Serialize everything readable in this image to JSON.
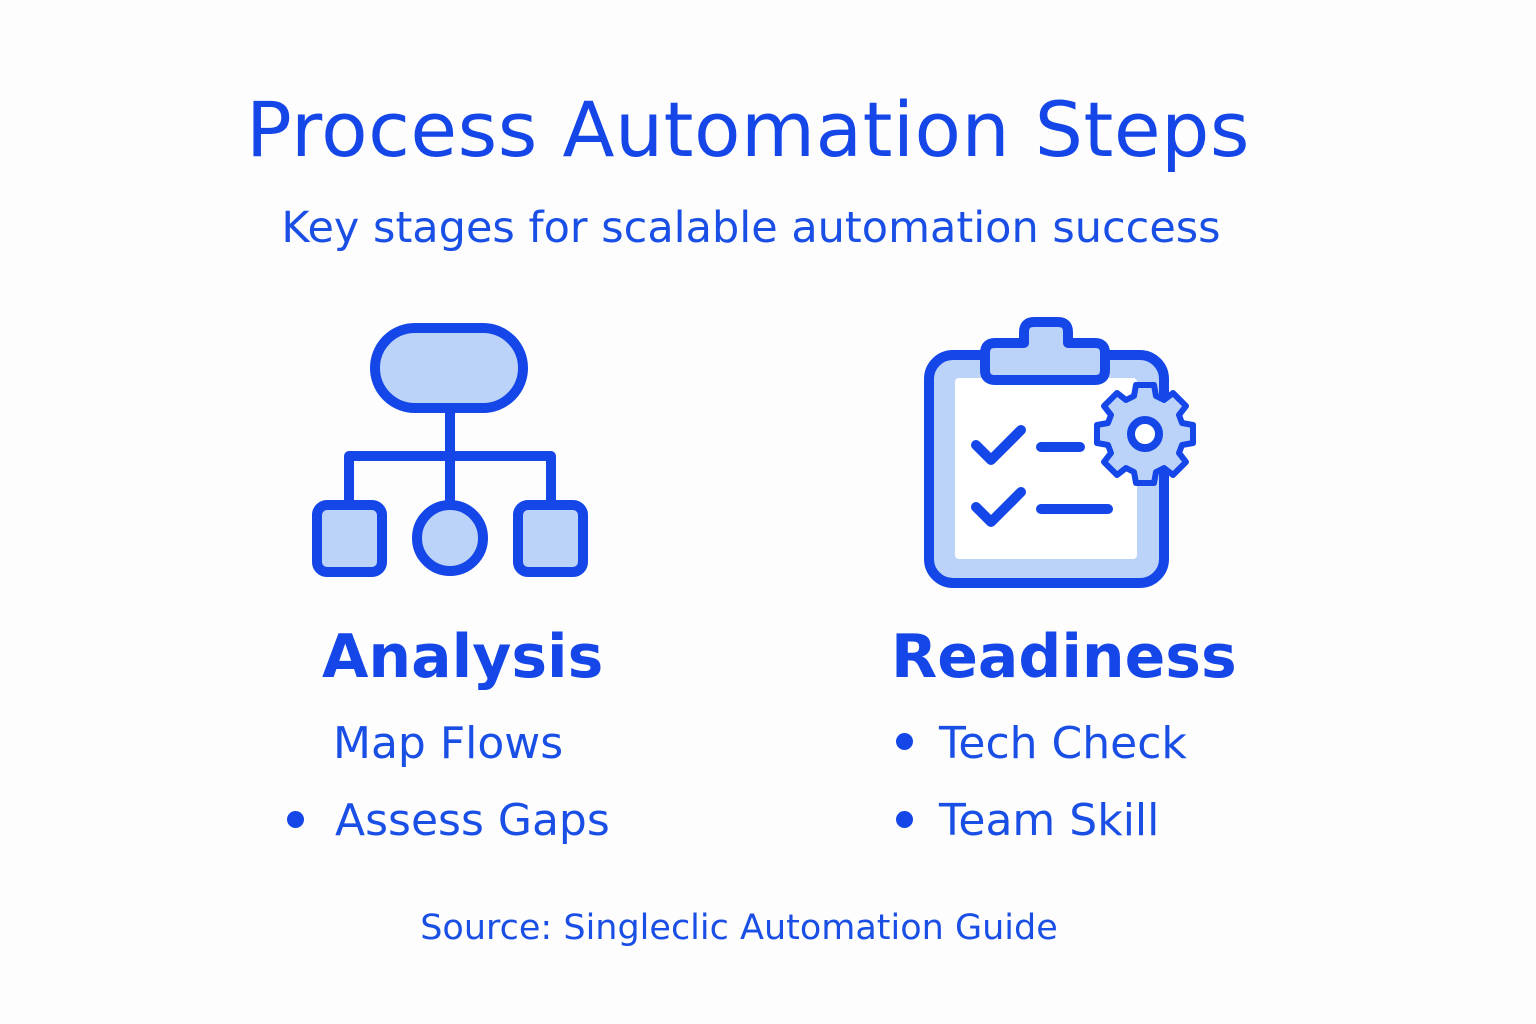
{
  "header": {
    "title": "Process Automation Steps",
    "subtitle": "Key stages for scalable automation success"
  },
  "stages": [
    {
      "title": "Analysis",
      "icon": "flowchart-icon",
      "items": [
        {
          "label": "Map Flows",
          "bulleted": false
        },
        {
          "label": "Assess Gaps",
          "bulleted": true
        }
      ]
    },
    {
      "title": "Readiness",
      "icon": "clipboard-gear-icon",
      "items": [
        {
          "label": "Tech Check",
          "bulleted": true
        },
        {
          "label": "Team Skill",
          "bulleted": true
        }
      ]
    }
  ],
  "footer": {
    "source": "Source: Singleclic Automation Guide"
  },
  "colors": {
    "primary": "#1446e8",
    "fill": "#bcd3f9",
    "background": "#fdfdfd"
  }
}
